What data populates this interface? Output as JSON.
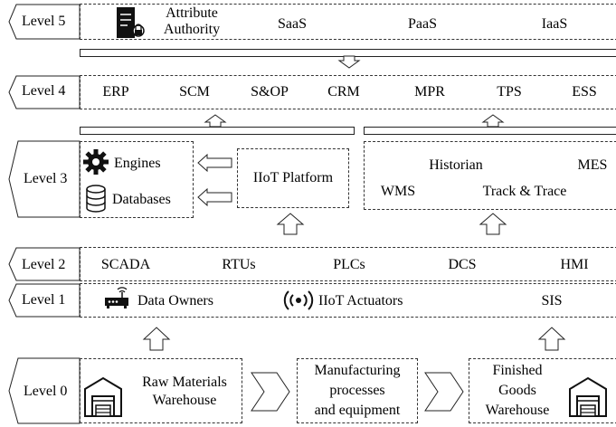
{
  "levels": [
    "Level 5",
    "Level 4",
    "Level 3",
    "Level 2",
    "Level 1",
    "Level 0"
  ],
  "level5": {
    "attribute_authority": "Attribute Authority",
    "saas": "SaaS",
    "paas": "PaaS",
    "iaas": "IaaS"
  },
  "level4": {
    "erp": "ERP",
    "scm": "SCM",
    "sop": "S&OP",
    "crm": "CRM",
    "mpr": "MPR",
    "tps": "TPS",
    "ess": "ESS"
  },
  "level3": {
    "engines": "Engines",
    "databases": "Databases",
    "iiot_platform": "IIoT Platform",
    "historian": "Historian",
    "mes": "MES",
    "wms": "WMS",
    "track_trace": "Track & Trace"
  },
  "level2": {
    "scada": "SCADA",
    "rtus": "RTUs",
    "plcs": "PLCs",
    "dcs": "DCS",
    "hmi": "HMI"
  },
  "level1": {
    "data_owners": "Data Owners",
    "iiot_actuators": "IIoT Actuators",
    "sis": "SIS"
  },
  "level0": {
    "raw_materials_1": "Raw Materials",
    "raw_materials_2": "Warehouse",
    "manufacturing_1": "Manufacturing",
    "manufacturing_2": "processes",
    "manufacturing_3": "and equipment",
    "finished_1": "Finished",
    "finished_2": "Goods",
    "finished_3": "Warehouse"
  },
  "icons": [
    "server-lock-icon",
    "gear-icon",
    "database-icon",
    "router-icon",
    "wireless-signal-icon",
    "warehouse-icon",
    "chevron-arrow-icon",
    "up-arrow-icon",
    "left-arrow-icon",
    "down-arrow-icon"
  ]
}
